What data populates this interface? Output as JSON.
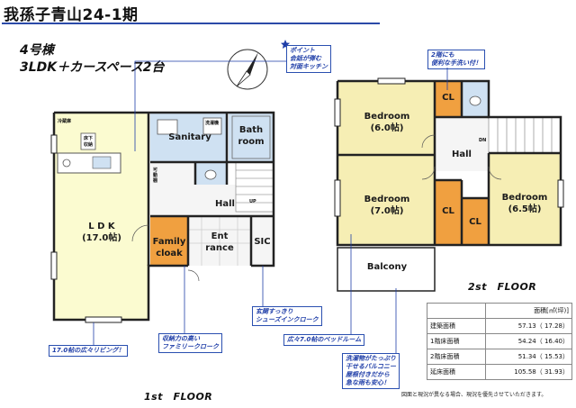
{
  "title": "我孫子青山24-1期",
  "building": "4号棟",
  "layout": "3LDK＋カースペース2台",
  "floors": {
    "first": "1st　FLOOR",
    "second": "2st　FLOOR"
  },
  "rooms": {
    "ldk_name": "L D K",
    "ldk_size": "(17.0帖)",
    "sanitary": "Sanitary",
    "bath_1": "Bath",
    "bath_2": "room",
    "hall_1f": "Hall",
    "family_1": "Family",
    "family_2": "cloak",
    "ent_1": "Ent",
    "ent_2": "rance",
    "sic": "SIC",
    "bed_a_name": "Bedroom",
    "bed_a_size": "(6.0帖)",
    "bed_b_name": "Bedroom",
    "bed_b_size": "(7.0帖)",
    "bed_c_name": "Bedroom",
    "bed_c_size": "(6.5帖)",
    "hall_2f": "Hall",
    "balcony": "Balcony",
    "cl_1": "CL",
    "cl_2": "CL",
    "cl_3": "CL"
  },
  "small_labels": {
    "fridge": "冷蔵庫",
    "storage_1": "床下",
    "storage_2": "収納",
    "washer": "洗濯機",
    "pantry_1": "可",
    "pantry_2": "動",
    "pantry_3": "棚",
    "up": "UP",
    "dn": "DN"
  },
  "callouts": {
    "kitchen_1": "ポイント",
    "kitchen_2": "会話が弾む",
    "kitchen_3": "対面キッチン",
    "sink_1": "2階にも",
    "sink_2": "便利な手洗い付！",
    "living": "17.0帖の広々リビング！",
    "family_1": "収納力の高い",
    "family_2": "ファミリークローク",
    "shoes_1": "玄関すっきり",
    "shoes_2": "シューズインクローク",
    "bedroom": "広々7.0帖のベッドルーム",
    "balcony_1": "洗濯物がたっぷり",
    "balcony_2": "干せるバルコニー",
    "balcony_3": "屋根付きだから",
    "balcony_4": "急な雨も安心！"
  },
  "area_table": {
    "header": "面積[㎡(坪)]",
    "rows": [
      {
        "label": "建築面積",
        "value": "57.13（ 17.28）"
      },
      {
        "label": "1階床面積",
        "value": "54.24（ 16.40）"
      },
      {
        "label": "2階床面積",
        "value": "51.34（ 15.53）"
      },
      {
        "label": "延床面積",
        "value": "105.58（ 31.93）"
      }
    ]
  },
  "note": "図面と現況が異なる場合、現況を優先させていただきます。",
  "colors": {
    "accent": "#2b4aa8",
    "ldk": "#fbfbd0",
    "bedroom": "#f6eeb4",
    "closet": "#f0a040",
    "wet": "#cfe1f2",
    "floor": "#f5f5f5",
    "wall": "#222222"
  }
}
